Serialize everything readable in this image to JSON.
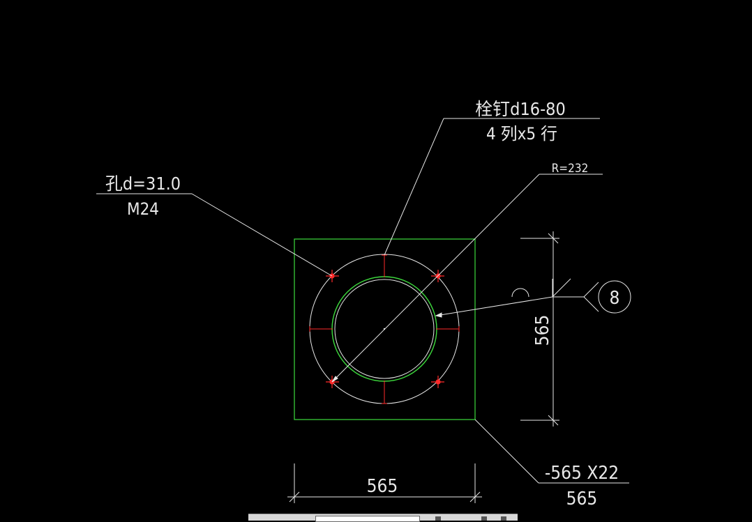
{
  "labels": {
    "stud_spec": "栓钉d16-80",
    "stud_layout": "4 列x5 行",
    "hole_diameter": "孔d=31.0",
    "bolt_size": "M24",
    "radius": "R=232",
    "vertical_dimension": "565",
    "horizontal_dimension": "565",
    "plate_thickness": "-565 X22",
    "plate_width": "565",
    "detail_number": "8"
  },
  "colors": {
    "background": "#000000",
    "lines": "#ffffff",
    "plate": "#3ddc3d",
    "bolts": "#ff2a2a",
    "text": "#e8e8e8"
  }
}
